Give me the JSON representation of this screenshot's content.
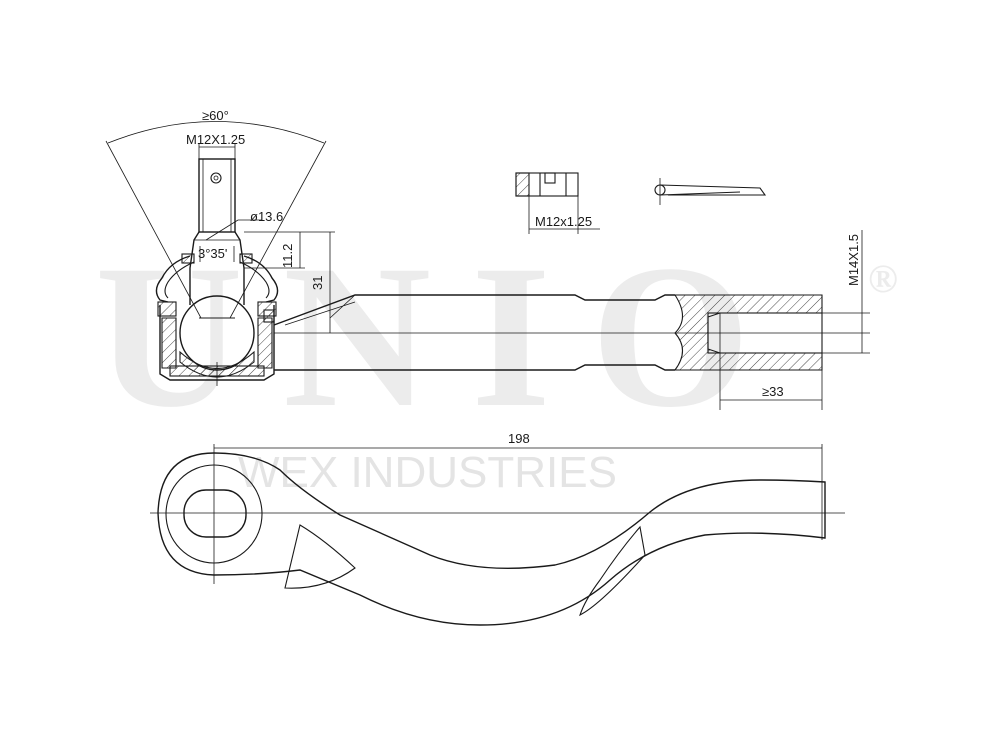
{
  "watermark": {
    "brand": "UNIO",
    "registered": "®",
    "company": "WEX INDUSTRIES"
  },
  "dimensions": {
    "angle": "≥60°",
    "stud_thread": "M12X1.25",
    "diameter": "ø13.6",
    "taper": "3°35'",
    "height_small": "11.2",
    "height_large": "31",
    "nut_thread": "M12x1.25",
    "inner_thread": "M14X1.5",
    "thread_depth": "≥33",
    "length": "198"
  },
  "colors": {
    "line": "#1a1a1a",
    "watermark": "#ececec"
  }
}
